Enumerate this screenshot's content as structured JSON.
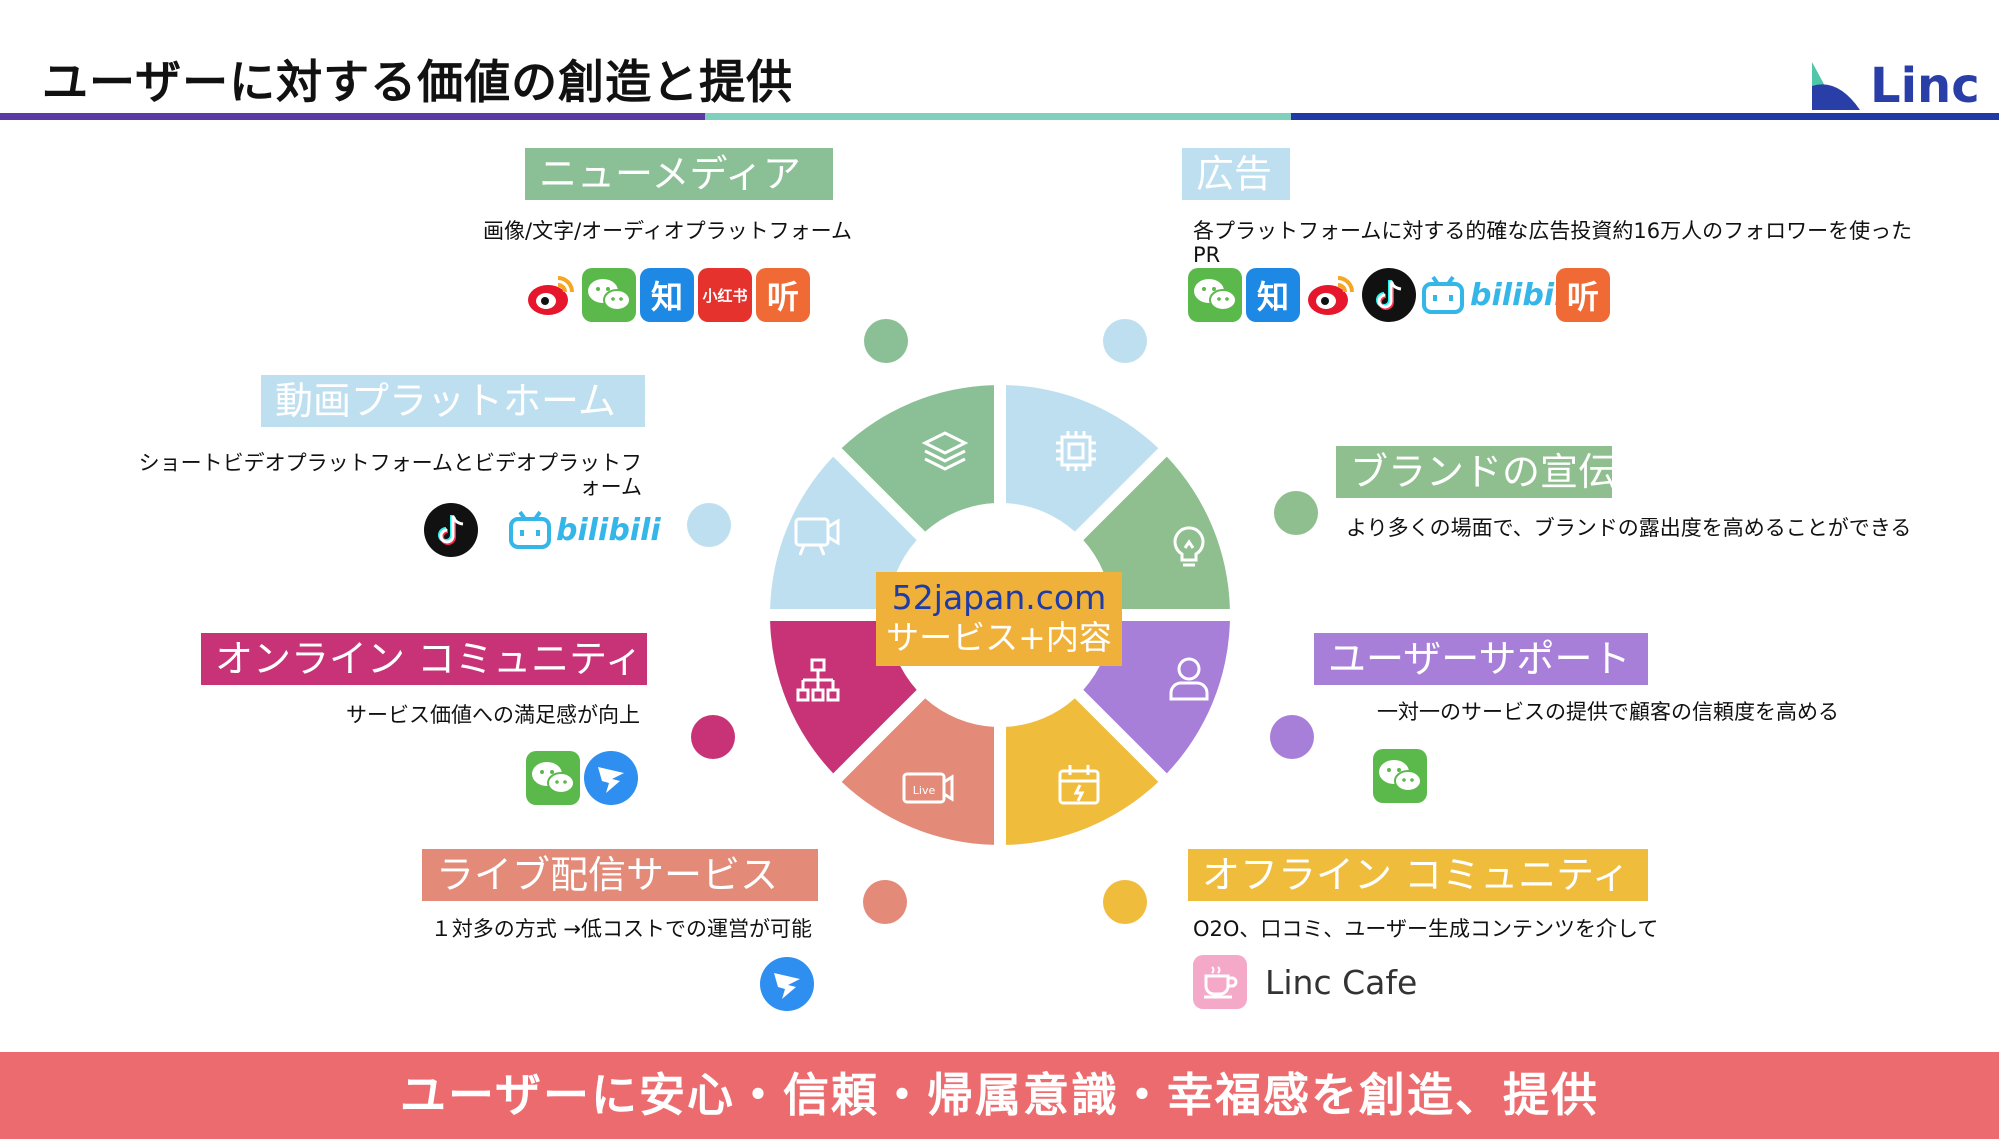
{
  "title": "ユーザーに対する価値の創造と提供",
  "logo": {
    "text": "Linc"
  },
  "center": {
    "line1": "52japan.com",
    "line2": "サービス+内容"
  },
  "footer": "ユーザーに安心・信頼・帰属意識・幸福感を創造、提供",
  "colors": {
    "green": "#8bc097",
    "lightblue": "#bddff0",
    "sage": "#8fbf8f",
    "purple": "#a87fd8",
    "yellow": "#efbc3c",
    "salmon": "#e38a78",
    "magenta": "#c83377",
    "footer": "#ec6b6e",
    "center": "#f0b13b"
  },
  "sections": {
    "new_media": {
      "heading": "ニューメディア",
      "desc": "画像/文字/オーディオプラットフォーム",
      "icons": [
        "weibo-icon",
        "wechat-icon",
        "zhihu-icon",
        "xiaohongshu-icon",
        "ting-icon"
      ],
      "zhihu_label": "知",
      "xhs_label": "小红书",
      "ting_label": "听"
    },
    "ads": {
      "heading": "広告",
      "desc": "各プラットフォームに対する的確な広告投資約16万人のフォロワーを使ったPR",
      "icons": [
        "wechat-icon",
        "zhihu-icon",
        "weibo-icon",
        "tiktok-icon",
        "bilibili-icon",
        "ting-icon"
      ],
      "zhihu_label": "知",
      "bilibili_label": "bilibili",
      "ting_label": "听"
    },
    "video": {
      "heading": "動画プラットホーム",
      "desc": "ショートビデオプラットフォームとビデオプラットフォーム",
      "icons": [
        "tiktok-icon",
        "bilibili-icon"
      ],
      "bilibili_label": "bilibili"
    },
    "brand": {
      "heading": "ブランドの宣伝",
      "desc": "より多くの場面で、ブランドの露出度を高めることができる"
    },
    "online": {
      "heading": "オンライン コミュニティ",
      "desc": "サービス価値への満足感が向上",
      "icons": [
        "wechat-icon",
        "dingtalk-icon"
      ]
    },
    "support": {
      "heading": "ユーザーサポート",
      "desc": "一対一のサービスの提供で顧客の信頼度を高める",
      "icons": [
        "wechat-icon"
      ]
    },
    "live": {
      "heading": "ライブ配信サービス",
      "desc": "１対多の方式 →低コストでの運営が可能",
      "icons": [
        "dingtalk-icon"
      ]
    },
    "offline": {
      "heading": "オフライン コミュニティ",
      "desc": "O2O、口コミ、ユーザー生成コンテンツを介して",
      "cafe": "Linc Cafe",
      "icons": [
        "coffee-cup-icon"
      ]
    }
  },
  "wheel": {
    "segments": [
      {
        "name": "layers-icon",
        "color": "#8bc097"
      },
      {
        "name": "chip-icon",
        "color": "#bddff0"
      },
      {
        "name": "lightbulb-icon",
        "color": "#8fbf8f"
      },
      {
        "name": "person-icon",
        "color": "#a87fd8"
      },
      {
        "name": "calendar-icon",
        "color": "#efbc3c"
      },
      {
        "name": "live-icon",
        "color": "#e38a78"
      },
      {
        "name": "hierarchy-icon",
        "color": "#c83377"
      },
      {
        "name": "video-camera-icon",
        "color": "#bddff0"
      }
    ],
    "live_label": "Live"
  }
}
